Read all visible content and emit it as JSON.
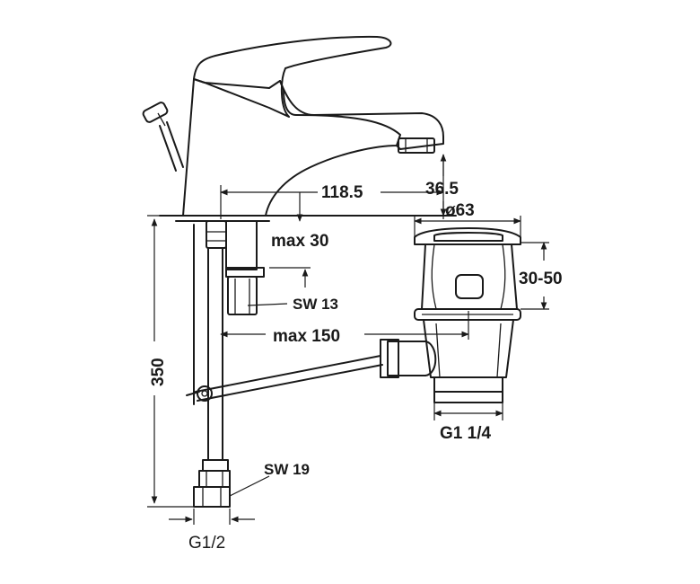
{
  "labels": {
    "width_118_5": "118.5",
    "height_36_5": "36.5",
    "diameter_63": "ø63",
    "max_30": "max 30",
    "range_30_50": "30-50",
    "sw_13": "SW 13",
    "max_150": "max 150",
    "height_350": "350",
    "thread_g1_1_4": "G1  1/4",
    "sw_19": "SW 19",
    "thread_g1_2": "G1/2"
  }
}
